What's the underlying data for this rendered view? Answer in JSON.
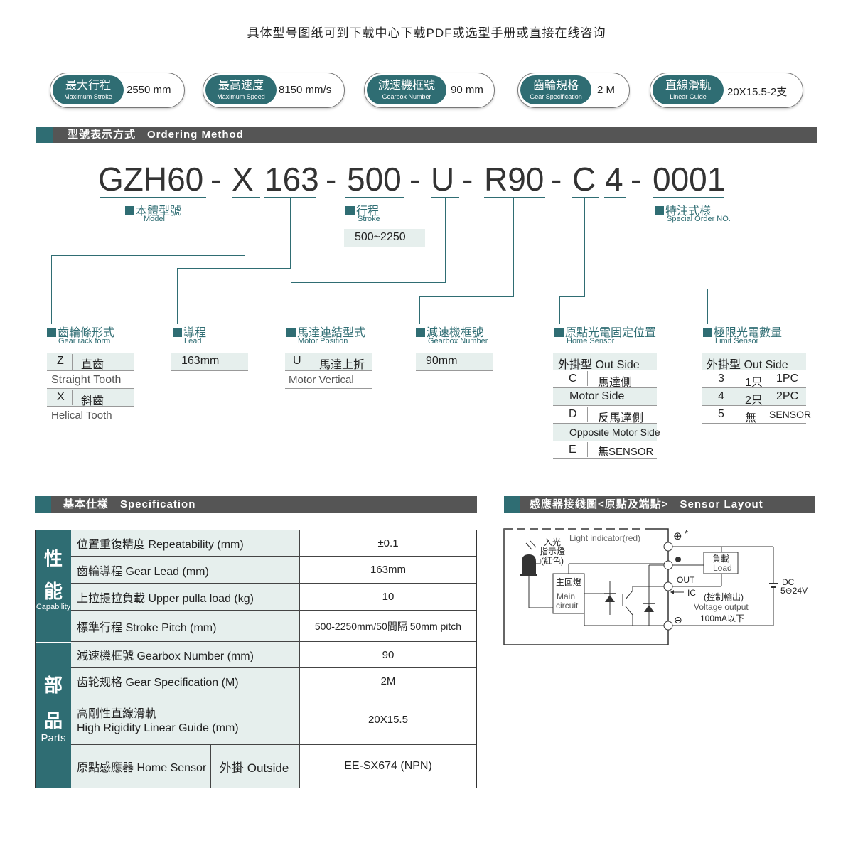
{
  "top_note": "具体型号图纸可到下载中心下载PDF或选型手册或直接在线咨询",
  "pills": [
    {
      "cn": "最大行程",
      "en": "Maximum Stroke",
      "value": "2550 mm"
    },
    {
      "cn": "最高速度",
      "en": "Maximum Speed",
      "value": "8150 mm/s"
    },
    {
      "cn": "減速機框號",
      "en": "Gearbox Number",
      "value": "90 mm"
    },
    {
      "cn": "齒輪規格",
      "en": "Gear Specification",
      "value": "2 M"
    },
    {
      "cn": "直線滑軌",
      "en": "Linear Guide",
      "value": "20X15.5-2支"
    }
  ],
  "ordering": {
    "title": "型號表示方式　Ordering Method",
    "code": [
      "GZH60",
      "-",
      "X",
      "163",
      "-",
      "500",
      "-",
      "U",
      "-",
      "R90",
      "-",
      "C",
      "4",
      "-",
      "0001"
    ],
    "model": {
      "cn": "本體型號",
      "en": "Model"
    },
    "stroke": {
      "cn": "行程",
      "en": "Stroke",
      "range": "500~2250"
    },
    "special": {
      "cn": "特注式樣",
      "en": "Special Order NO."
    },
    "gear_rack": {
      "cn": "齒輪條形式",
      "en": "Gear rack form",
      "z_code": "Z",
      "z_cn": "直齒",
      "z_en": "Straight Tooth",
      "x_code": "X",
      "x_cn": "斜齒",
      "x_en": "Helical Tooth"
    },
    "lead": {
      "cn": "導程",
      "en": "Lead",
      "value": "163mm"
    },
    "motor_pos": {
      "cn": "馬達連結型式",
      "en": "Motor Position",
      "u_code": "U",
      "u_cn": "馬達上折",
      "u_en": "Motor Vertical"
    },
    "gearbox": {
      "cn": "減速機框號",
      "en": "Gearbox Number",
      "value": "90mm"
    },
    "home_sensor": {
      "cn": "原點光電固定位置",
      "en": "Home Sensor",
      "header": "外掛型 Out Side",
      "c_code": "C",
      "c_cn": "馬達側",
      "c_en": "Motor Side",
      "d_code": "D",
      "d_cn": "反馬達側",
      "d_en": "Opposite Motor Side",
      "e_code": "E",
      "e_cn": "無SENSOR"
    },
    "limit_sensor": {
      "cn": "極限光電數量",
      "en": "Limit Sensor",
      "header": "外掛型 Out Side",
      "rows": [
        {
          "n": "3",
          "cn": "1只",
          "en": "1PC"
        },
        {
          "n": "4",
          "cn": "2只",
          "en": "2PC"
        },
        {
          "n": "5",
          "cn": "無",
          "en": "SENSOR"
        }
      ]
    }
  },
  "spec": {
    "title": "基本仕樣　Specification",
    "cat1": {
      "c1": "性",
      "c2": "能",
      "en": "Capability"
    },
    "cat2": {
      "c1": "部",
      "c2": "品",
      "en": "Parts"
    },
    "rows": [
      {
        "name": "位置重復精度  Repeatability (mm)",
        "value": "±0.1"
      },
      {
        "name": "齒輪導程  Gear Lead (mm)",
        "value": "163mm"
      },
      {
        "name": "上拉提拉負載  Upper pulla load (kg)",
        "value": "10"
      },
      {
        "name": "標準行程 Stroke Pitch (mm)",
        "value": "500-2250mm/50間隔  50mm pitch"
      },
      {
        "name": "減速機框號 Gearbox Number (mm)",
        "value": "90"
      },
      {
        "name": "齿轮规格 Gear Specification (M)",
        "value": "2M"
      },
      {
        "name1": "高剛性直線滑軌",
        "name2": "High Rigidity Linear Guide (mm)",
        "value": "20X15.5"
      },
      {
        "name": "原點感應器 Home Sensor",
        "sub": "外掛 Outside",
        "value": "EE-SX674 (NPN)"
      }
    ]
  },
  "sensor": {
    "title": "感應器接綫圖<原點及端點>　Sensor Layout",
    "light_indicator": "Light indicator(red)",
    "incident": "入光",
    "indicator_lamp": "指示燈",
    "red": "(紅色)",
    "main_cn": "主回燈",
    "main_en1": "Main",
    "main_en2": "circuit",
    "load_cn": "負載",
    "load_en": "Load",
    "out": "OUT",
    "ic": "IC",
    "voltage_cn": "(控制輸出)",
    "voltage_en": "Voltage output",
    "current": "100mA以下",
    "dc": "DC",
    "dc_v": "5⊖24V",
    "plus": "⊕",
    "star": "*",
    "minus": "⊖"
  },
  "colors": {
    "accent": "#2f6d73",
    "bar": "#555555",
    "shade": "#e6efed"
  }
}
